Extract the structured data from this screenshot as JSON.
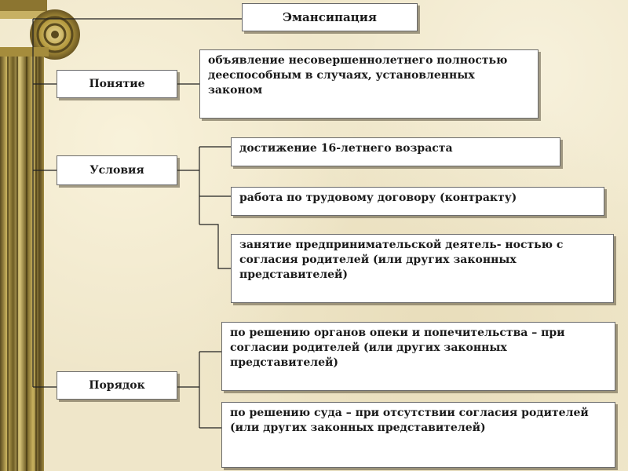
{
  "title": "Эмансипация",
  "sections": {
    "definition": {
      "label": "Понятие",
      "text": "объявление несовершеннолетнего полностью дееспособным в случаях, установленных законом"
    },
    "conditions": {
      "label": "Условия",
      "items": [
        "достижение 16-летнего возраста",
        "работа по трудовому договору (контракту)",
        "занятие предпринимательской деятель- ностью с согласия родителей (или других законных представителей)"
      ]
    },
    "procedure": {
      "label": "Порядок",
      "items": [
        "по решению органов опеки и попечительства – при согласии родителей (или других законных представителей)",
        "по решению суда – при отсутствии согласия родителей (или других законных представителей)"
      ]
    }
  },
  "colors": {
    "background": "#efe6c9",
    "box_fill": "#ffffff",
    "column_gold": "#b59a3e"
  },
  "decorations": {
    "column_icon": "ionic-column-icon"
  }
}
